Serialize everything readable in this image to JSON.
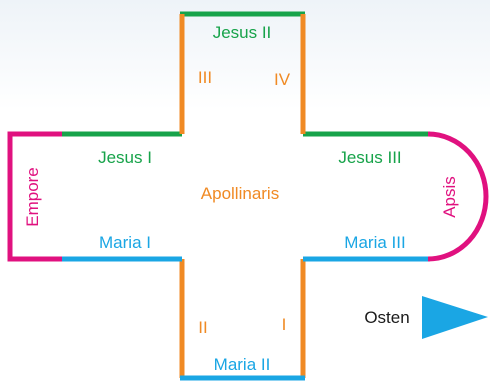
{
  "colors": {
    "green": "#17a34a",
    "orange": "#f08a24",
    "blue": "#1aa6e4",
    "magenta": "#e0117f",
    "text_dark": "#1a1a1a"
  },
  "labels": {
    "jesus_1": "Jesus I",
    "jesus_2": "Jesus II",
    "jesus_3": "Jesus III",
    "maria_1": "Maria I",
    "maria_2": "Maria II",
    "maria_3": "Maria III",
    "roman_1": "I",
    "roman_2": "II",
    "roman_3": "III",
    "roman_4": "IV",
    "center": "Apollinaris",
    "empore": "Empore",
    "apsis": "Apsis",
    "direction": "Osten"
  },
  "icons": {
    "direction_arrow": "triangle-arrow-right-icon"
  }
}
